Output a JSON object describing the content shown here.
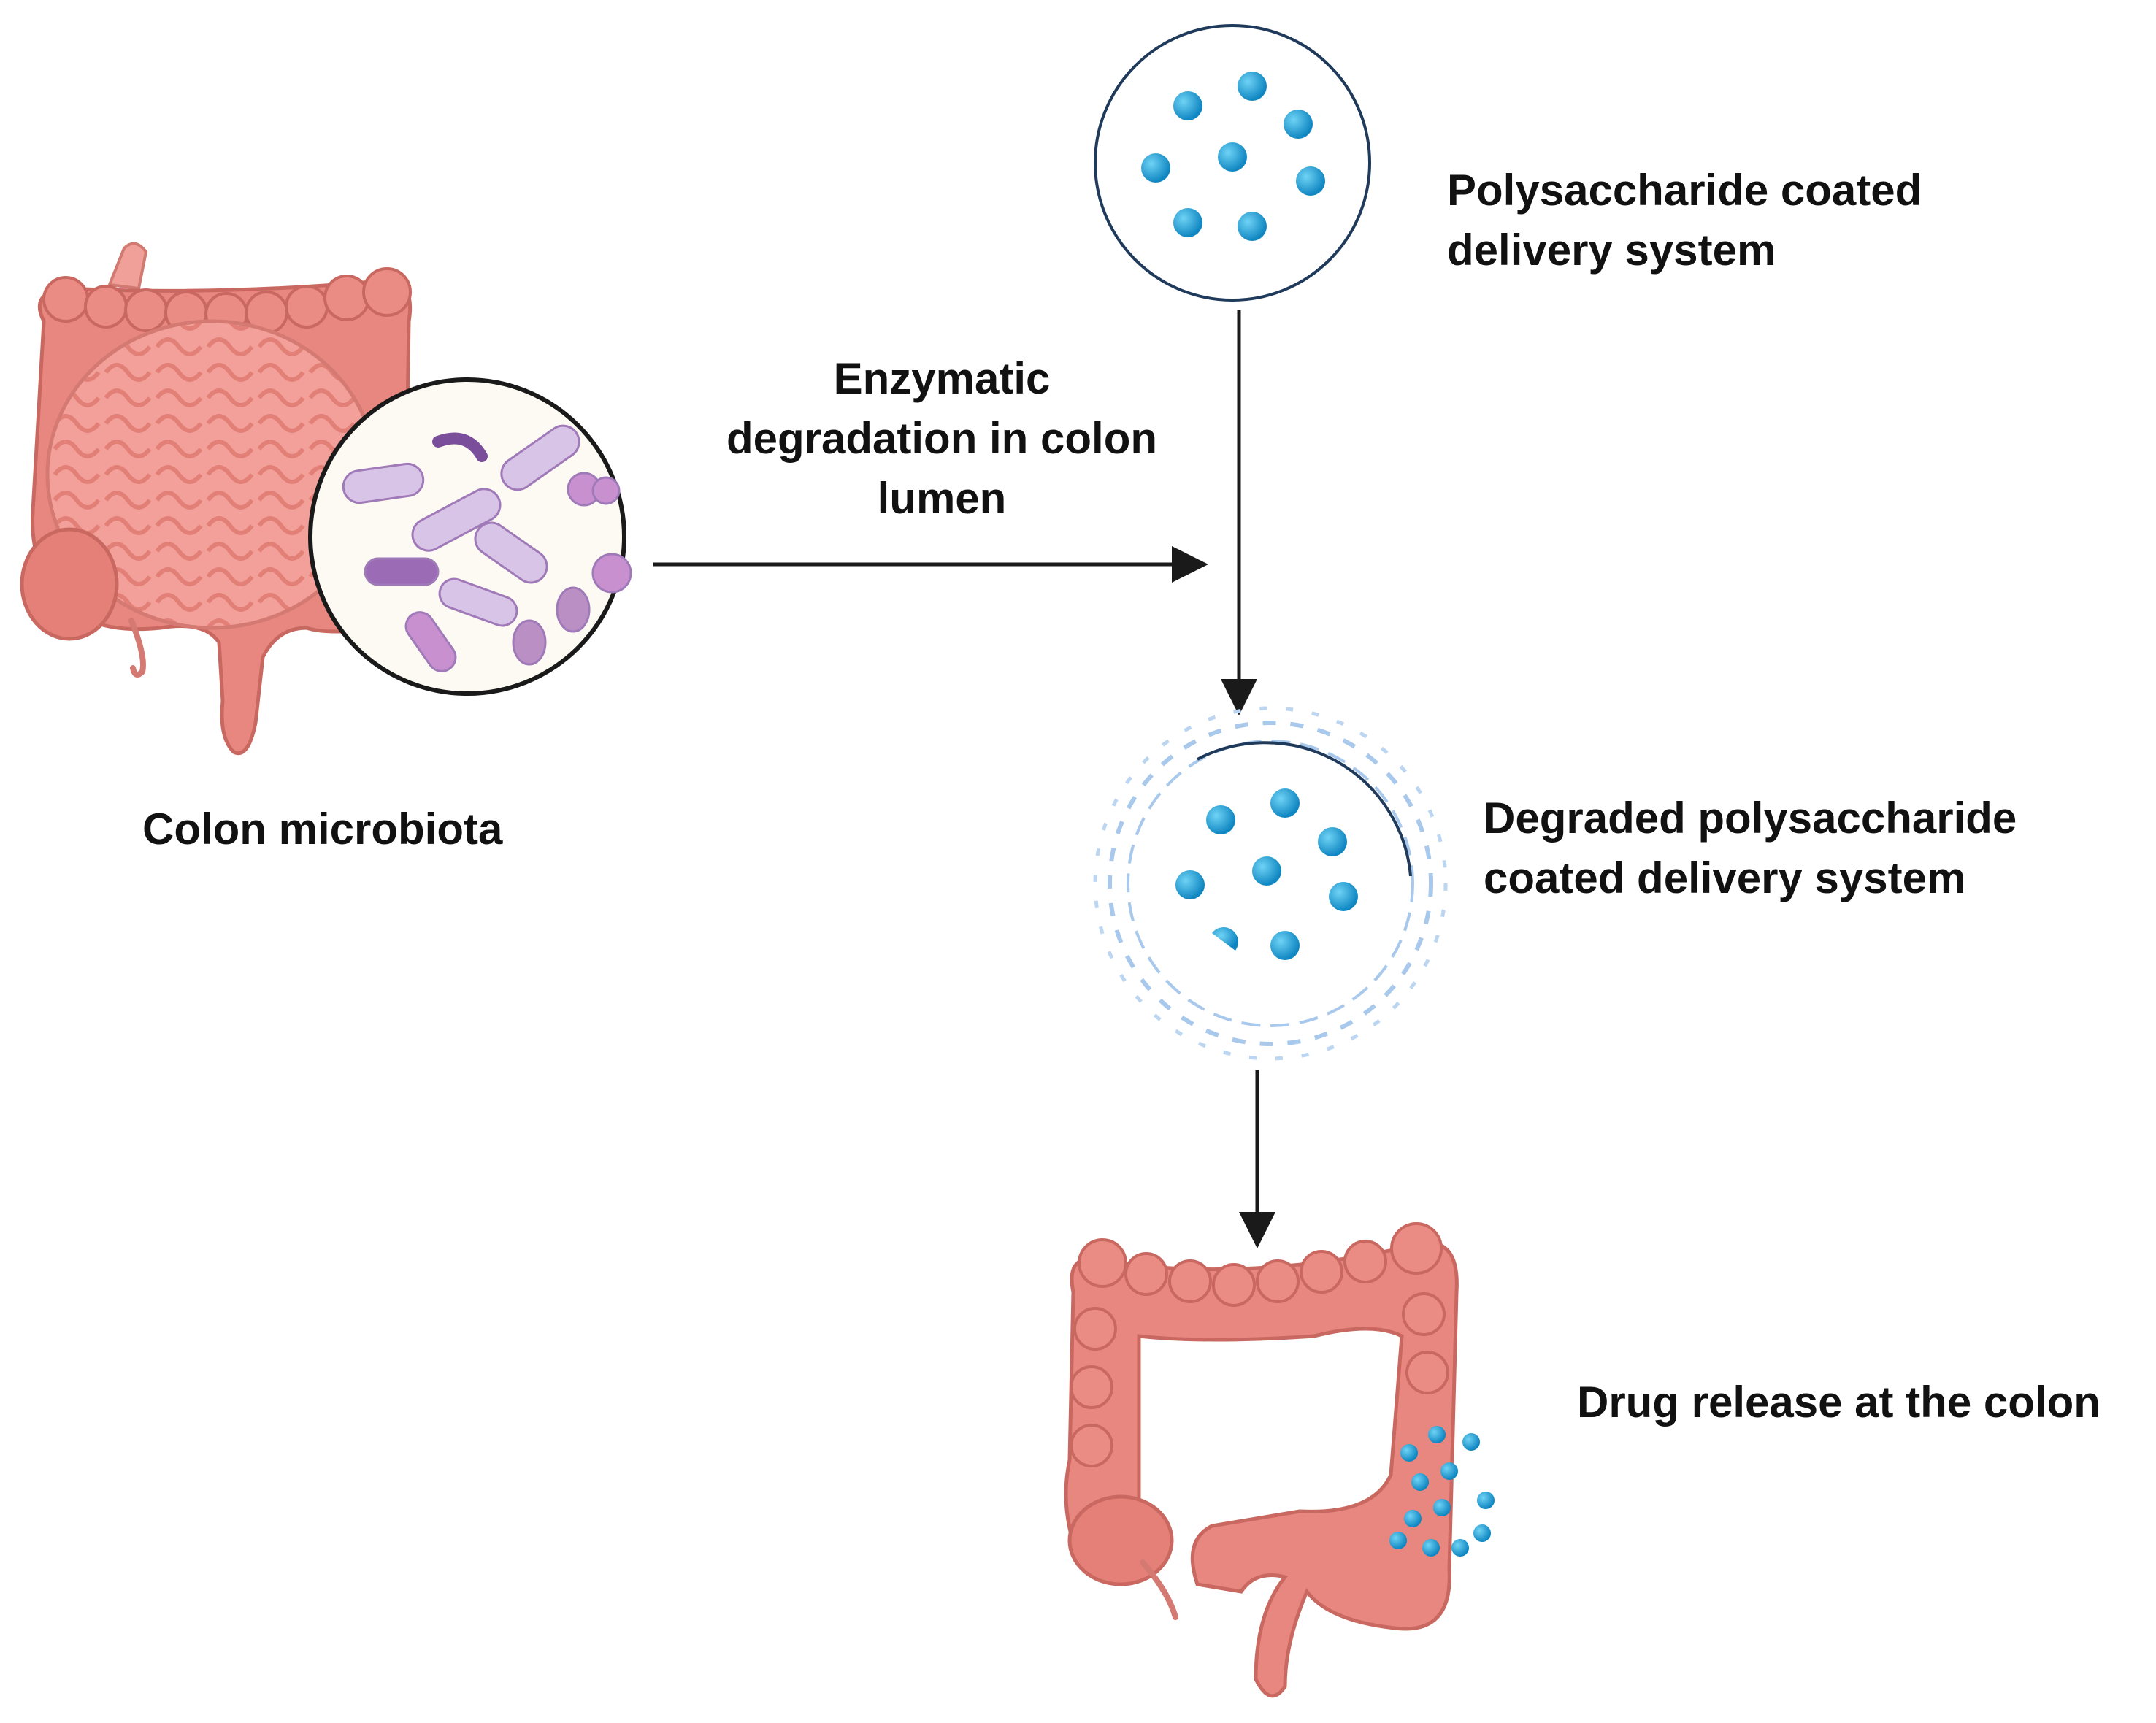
{
  "labels": {
    "colon_microbiota": "Colon microbiota",
    "enzymatic_line1": "Enzymatic",
    "enzymatic_line2": "degradation in colon",
    "enzymatic_line3": "lumen",
    "poly_line1": "Polysaccharide coated",
    "poly_line2": "delivery system",
    "degraded_line1": "Degraded polysaccharide",
    "degraded_line2": "coated delivery system",
    "drug_release": "Drug release at the colon"
  },
  "colors": {
    "tissue": "#e8877f",
    "tissue_dark": "#cf6b63",
    "tissue_light": "#f3a79f",
    "bacteria_light": "#d8c4e6",
    "bacteria_dark": "#9c6bb5",
    "bacteria_pink": "#c890cf",
    "drug_particle": "#1aa3d6",
    "capsule_outline": "#1f3a5a",
    "degraded_fragment": "#a8c8ec",
    "arrow": "#1a1a1a"
  },
  "icons": [
    "intestine-icon",
    "microbe-magnifier-icon",
    "capsule-icon",
    "degraded-capsule-icon",
    "colon-icon"
  ]
}
